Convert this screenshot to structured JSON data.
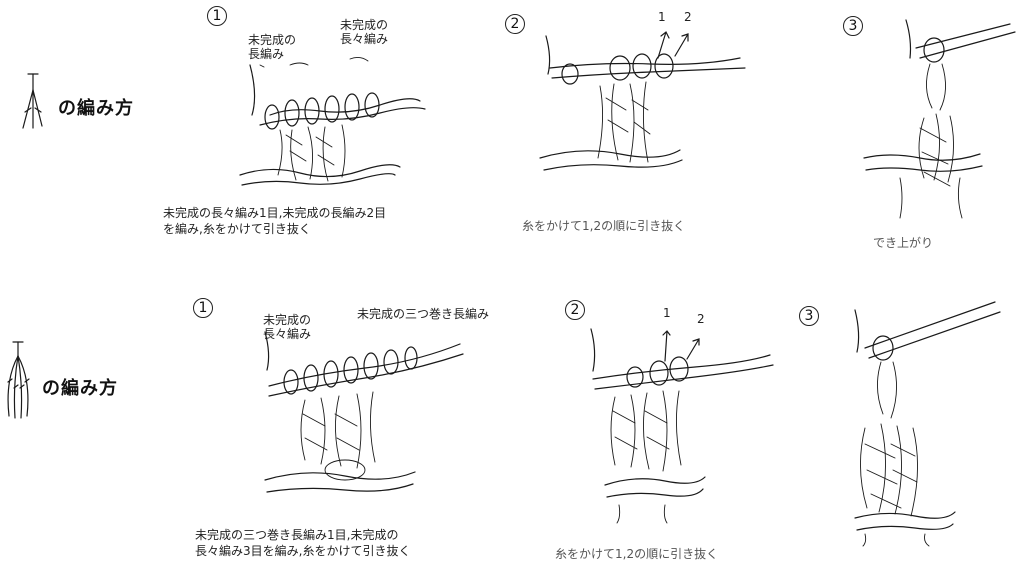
{
  "row1": {
    "symbol_label": "の編み方",
    "steps": [
      {
        "number": "1",
        "labels": [
          "未完成の\n長編み",
          "未完成の\n長々編み"
        ],
        "caption": "未完成の長々編み1目,未完成の長編み2目\nを編み,糸をかけて引き抜く"
      },
      {
        "number": "2",
        "arrow_labels": [
          "1",
          "2"
        ],
        "caption": "糸をかけて1,2の順に引き抜く"
      },
      {
        "number": "3",
        "caption": "でき上がり"
      }
    ]
  },
  "row2": {
    "symbol_label": "の編み方",
    "steps": [
      {
        "number": "1",
        "labels": [
          "未完成の\n長々編み",
          "未完成の三つ巻き長編み"
        ],
        "caption": "未完成の三つ巻き長編み1目,未完成の\n長々編み3目を編み,糸をかけて引き抜く"
      },
      {
        "number": "2",
        "arrow_labels": [
          "1",
          "2"
        ],
        "caption": "糸をかけて1,2の順に引き抜く"
      },
      {
        "number": "3"
      }
    ]
  }
}
